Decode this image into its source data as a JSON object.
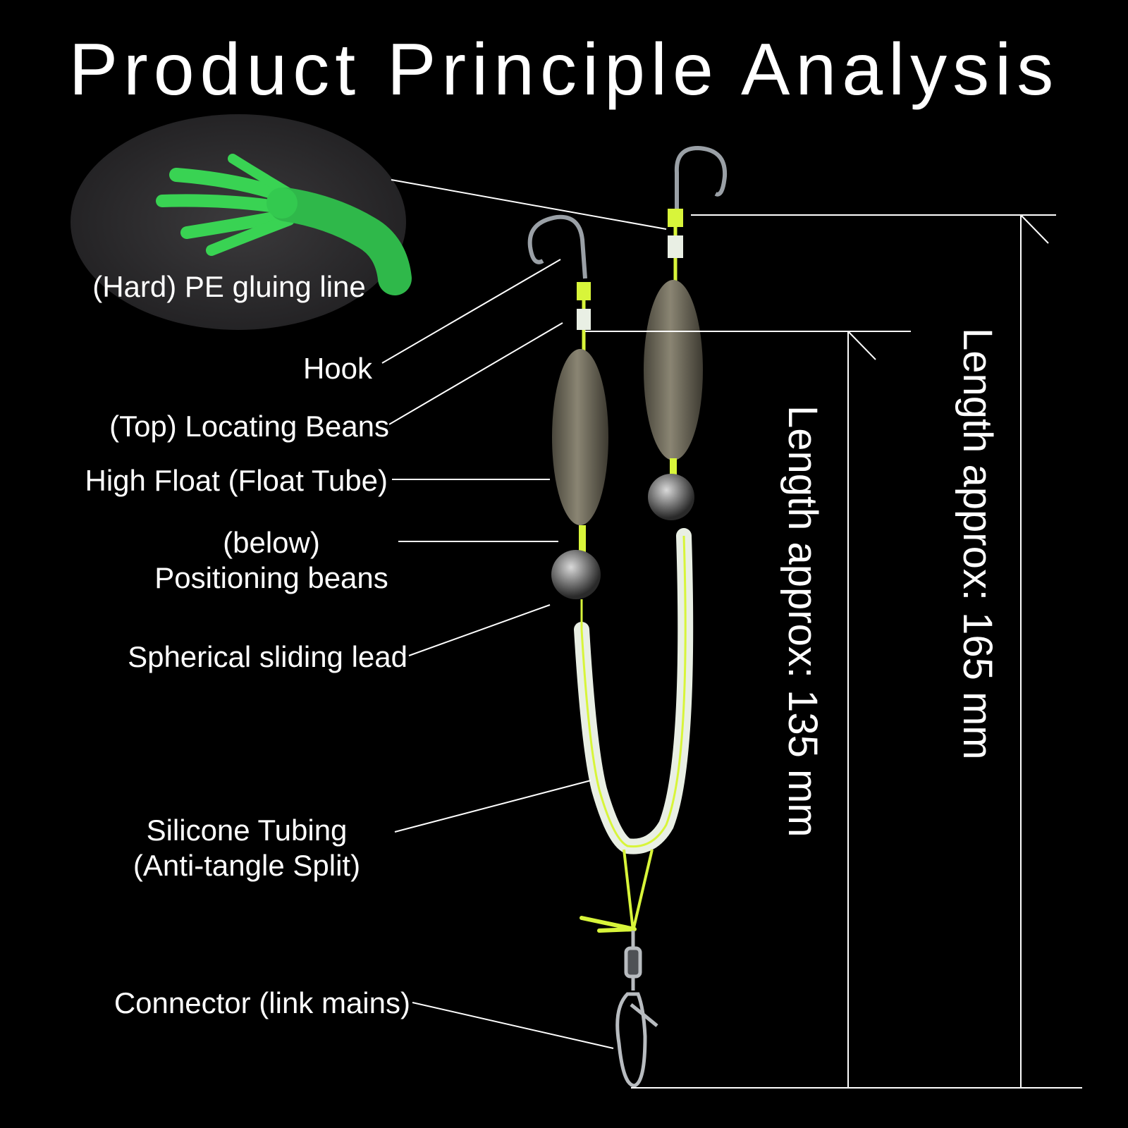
{
  "title": "Product Principle Analysis",
  "labels": {
    "pe_line": "(Hard) PE gluing line",
    "hook": "Hook",
    "top_beans": "(Top) Locating Beans",
    "high_float": "High Float (Float Tube)",
    "below_beans_1": "(below)",
    "below_beans_2": "Positioning beans",
    "sliding_lead": "Spherical sliding lead",
    "silicone_1": "Silicone Tubing",
    "silicone_2": "(Anti-tangle Split)",
    "connector": "Connector (link mains)"
  },
  "dimensions": {
    "short": "Length approx: 135 mm",
    "long": "Length approx: 165 mm"
  },
  "colors": {
    "background": "#000000",
    "text": "#ffffff",
    "pe_line": "#39d353",
    "accent_line": "#d8f53a",
    "float": "#6b6656",
    "tubing": "#e9efe4"
  }
}
